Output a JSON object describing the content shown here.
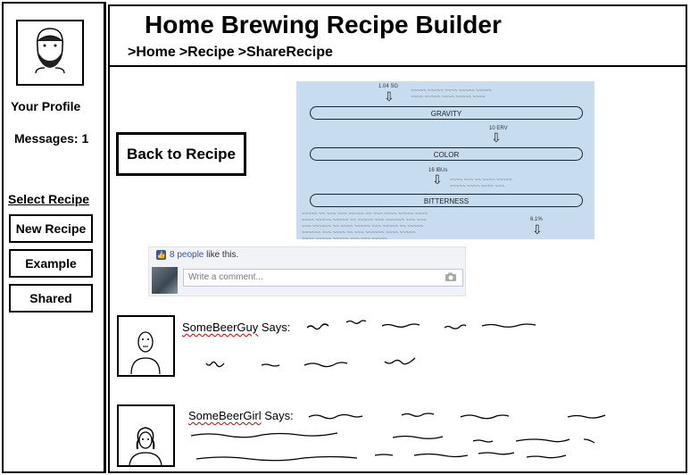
{
  "header": {
    "title": "Home Brewing Recipe Builder",
    "breadcrumb": [
      ">Home",
      ">Recipe",
      ">ShareRecipe"
    ]
  },
  "sidebar": {
    "profile_label": "Your Profile",
    "messages_label": "Messages: 1",
    "select_recipe_label": "Select Recipe",
    "buttons": [
      "New Recipe",
      "Example",
      "Shared"
    ]
  },
  "main": {
    "back_button": "Back to Recipe",
    "diagram": {
      "bars": [
        "GRAVITY",
        "COLOR",
        "BITTERNESS"
      ],
      "values": [
        "1.04 SG",
        "10 ERV",
        "16 IBUs",
        "6.1%"
      ]
    }
  },
  "facebook": {
    "like_count": "8 people",
    "like_suffix": " like this.",
    "comment_placeholder": "Write a comment..."
  },
  "comments": [
    {
      "author": "SomeBeerGuy",
      "says": " Says:"
    },
    {
      "author": "SomeBeerGirl",
      "says": " Says:"
    }
  ],
  "icons": [
    "like-icon",
    "camera-icon"
  ],
  "colors": {
    "facebook_blue": "#3b5998",
    "diagram_bg": "#c8dcf0"
  }
}
